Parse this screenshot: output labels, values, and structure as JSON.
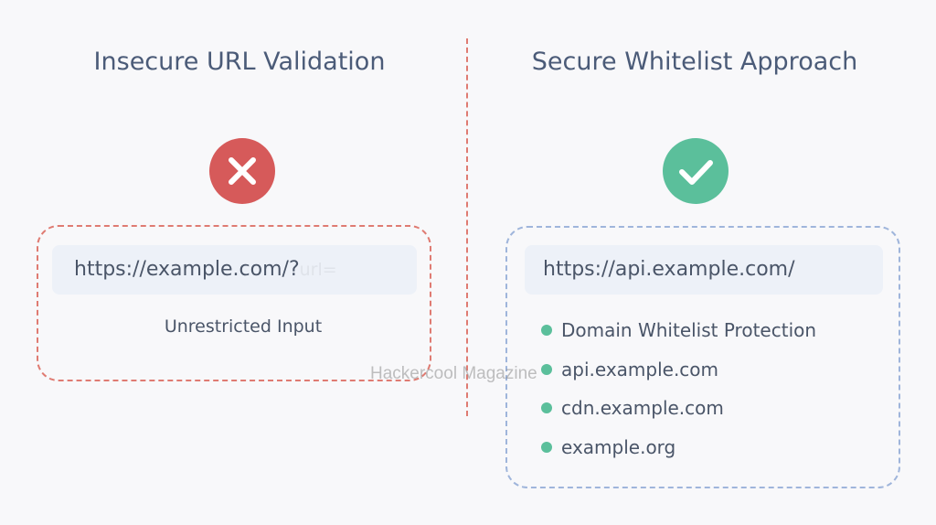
{
  "left": {
    "title": "Insecure URL Validation",
    "icon": "x-icon",
    "icon_color": "#d65a5a",
    "url_main": "https://example.com/?",
    "url_faint": "url=",
    "caption": "Unrestricted Input",
    "border_color": "#df7b72"
  },
  "right": {
    "title": "Secure Whitelist Approach",
    "icon": "check-icon",
    "icon_color": "#5bbf9b",
    "url": "https://api.example.com/",
    "items": [
      "Domain Whitelist Protection",
      "api.example.com",
      "cdn.example.com",
      "example.org"
    ],
    "border_color": "#9fb5db"
  },
  "watermark": "Hackercool Magazine"
}
